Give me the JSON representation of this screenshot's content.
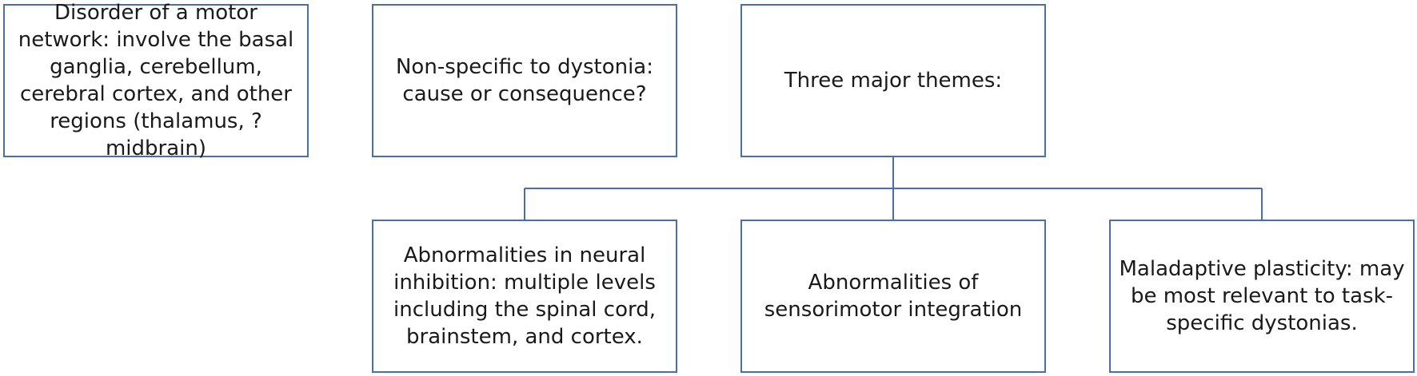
{
  "diagram": {
    "boxes": {
      "network": "Disorder of a motor network: involve the basal ganglia, cerebellum, cerebral cortex, and other regions (thalamus, ?midbrain)",
      "nonspecific": "Non-specific to dystonia: cause or consequence?",
      "themes": "Three major themes:",
      "inhibition": "Abnormalities in neural inhibition: multiple levels including the spinal cord, brainstem, and cortex.",
      "sensorimotor": "Abnormalities of sensorimotor integration",
      "plasticity": "Maladaptive plasticity: may be most relevant to task-specific dystonias."
    },
    "colors": {
      "border": "#4a6fa5",
      "connector": "#4a6fa5",
      "text": "#1a1a1a"
    }
  }
}
